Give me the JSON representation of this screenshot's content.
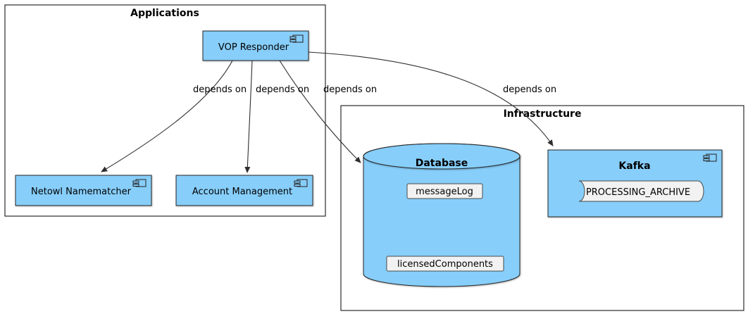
{
  "diagram": {
    "packages": {
      "applications": {
        "title": "Applications"
      },
      "infrastructure": {
        "title": "Infrastructure"
      }
    },
    "nodes": {
      "vop_responder": {
        "label": "VOP Responder"
      },
      "netowl_namematcher": {
        "label": "Netowl Namematcher"
      },
      "account_management": {
        "label": "Account Management"
      },
      "database": {
        "label": "Database",
        "items": {
          "message_log": "messageLog",
          "licensed_components": "licensedComponents"
        }
      },
      "kafka": {
        "label": "Kafka",
        "queue": "PROCESSING_ARCHIVE"
      }
    },
    "edges": {
      "vop_to_netowl": {
        "label": "depends on"
      },
      "vop_to_account": {
        "label": "depends on"
      },
      "vop_to_database": {
        "label": "depends on"
      },
      "vop_to_kafka": {
        "label": "depends on"
      }
    },
    "icons": {
      "component": "component-icon"
    },
    "colors": {
      "node_fill": "#87CEFA",
      "node_border": "#232323",
      "inner_fill": "#F2F2F2",
      "inner_border": "#4A4A4A",
      "package_fill": "#FFFFFF",
      "package_border": "#000000",
      "edge": "#2E2E2E",
      "background": "#FFFFFF"
    }
  }
}
